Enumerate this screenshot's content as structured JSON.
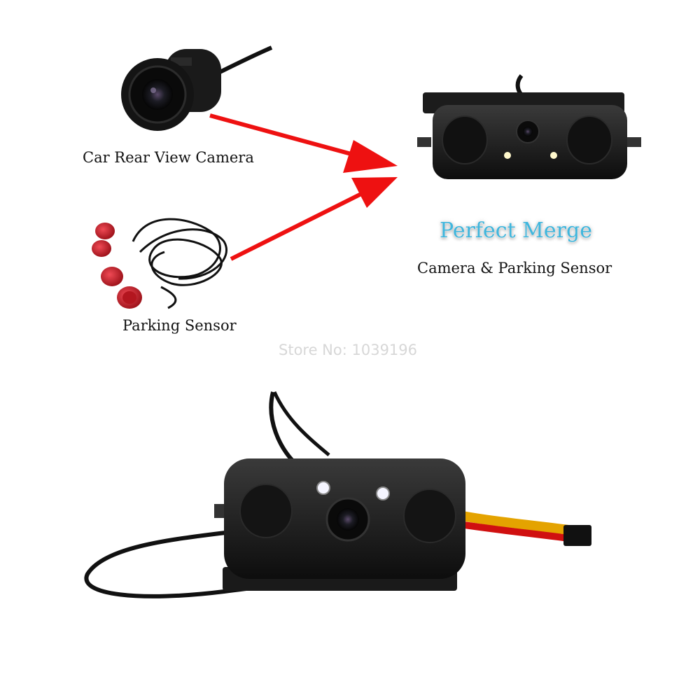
{
  "labels": {
    "camera": "Car Rear View Camera",
    "sensor": "Parking Sensor",
    "merge_title": "Perfect Merge",
    "merge_subtitle": "Camera &  Parking Sensor",
    "store": "Store No: 1039196"
  },
  "colors": {
    "arrow": "#ee1111",
    "merge_title": "#3fb6dd",
    "sensor_red": "#c8202a",
    "device_black": "#151515"
  }
}
